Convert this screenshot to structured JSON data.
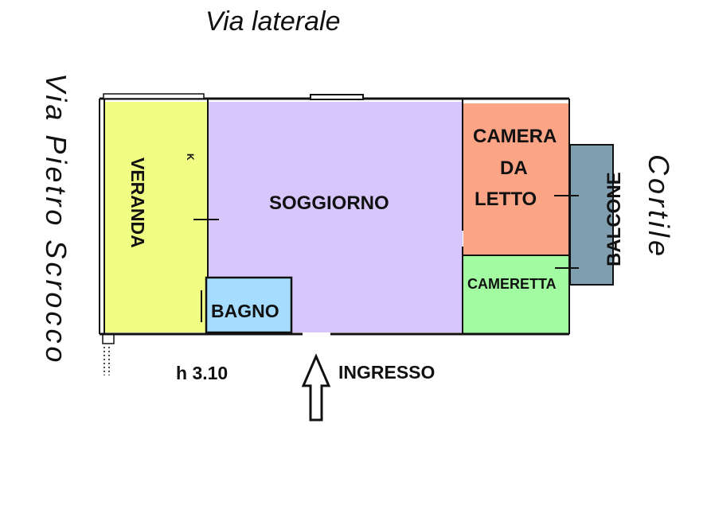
{
  "streets": {
    "top": "Via laterale",
    "left": "Via Pietro Scrocco",
    "right": "Cortile"
  },
  "rooms": {
    "veranda": "VERANDA",
    "soggiorno": "SOGGIORNO",
    "camera_line1": "CAMERA",
    "camera_line2": "DA",
    "camera_line3": "LETTO",
    "balcone": "BALCONE",
    "cameretta": "CAMERETTA",
    "bagno": "BAGNO"
  },
  "marks": {
    "kitchen": "K",
    "height": "h 3.10",
    "entrance": "INGRESSO"
  },
  "colors": {
    "veranda": "#f0ff84",
    "soggiorno": "#d7c6fb",
    "camera": "#fca486",
    "cameretta": "#a2fba0",
    "bagno": "#a6dcff",
    "balcone": "#7f9fb0"
  }
}
